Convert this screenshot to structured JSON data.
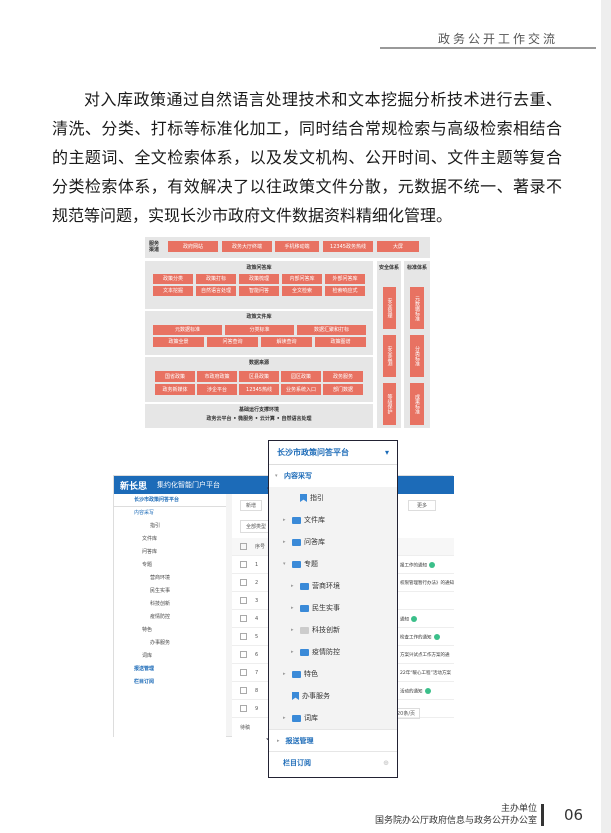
{
  "header": {
    "section": "政务公开工作交流"
  },
  "body": {
    "paragraph": "对入库政策通过自然语言处理技术和文本挖掘分析技术进行去重、清洗、分类、打标等标准化加工，同时结合常规检索与高级检索相结合的主题词、全文检索体系，以及发文机构、公开时间、文件主题等复合分类检索体系，有效解决了以往政策文件分散，元数据不统一、著录不规范等问题，实现长沙市政府文件数据资料精细化管理。"
  },
  "diagram": {
    "channels_label": "服务渠道",
    "channels": [
      "政府网站",
      "政务大厅终端",
      "手机移动端",
      "12345政务热线",
      "大屏"
    ],
    "qa_title": "政策问答库",
    "qa_items": [
      "政策分类",
      "政策打标",
      "政策梳理",
      "内部问答库",
      "外部问答库",
      "文本挖掘",
      "自然语言处理",
      "智能问答",
      "全文检索",
      "检索响应式"
    ],
    "doc_title": "政策文件库",
    "doc_row1": [
      "元数据标准",
      "分类标准",
      "数据汇聚和打标"
    ],
    "doc_row2": [
      "政策全景",
      "问答查询",
      "解读查询",
      "政策图谱"
    ],
    "src_title": "数据来源",
    "src_items": [
      "国省政策",
      "市政府政策",
      "区县政策",
      "园区政策",
      "政务服务",
      "政务新媒体",
      "涉企平台",
      "12345热线",
      "业务系统入口",
      "部门数据"
    ],
    "base_title": "基础运行支撑环境",
    "base_items": "政务云平台 • 微服务 • 云计算 • 自然语言处理",
    "security_title": "安全体系",
    "security_items": [
      "安全管理",
      "安全监测",
      "等级保护"
    ],
    "standard_title": "标准体系",
    "standard_items": [
      "元数据标准",
      "分类标准",
      "成果标准"
    ]
  },
  "app": {
    "logo": "新长思",
    "title": "集约化智能门户平台",
    "site": "长沙市政策问答平台",
    "new_btn": "新增",
    "more_btn": "更多",
    "filter": "全部类型",
    "col_no": "序号",
    "side": [
      "内容采写",
      "指引",
      "文件库",
      "问答库",
      "专题",
      "营商环境",
      "民生实事",
      "科技创新",
      "疫情防控",
      "特色",
      "办事服务",
      "词库",
      "报送管理",
      "栏目订阅"
    ],
    "rows": [
      "1",
      "2",
      "3",
      "4",
      "5",
      "6",
      "7",
      "8",
      "9"
    ],
    "titles": [
      "报工作的通知",
      "权限管理暂行办法》的通知",
      "通知",
      "检查工作的通知",
      "方案兴试点工作方案的通",
      "22年“暖心工程”活动方案",
      "活动的通知"
    ],
    "pager": "20条/页",
    "pending": "待稿"
  },
  "panel": {
    "title": "长沙市政策问答平台",
    "items": [
      "内容采写",
      "指引",
      "文件库",
      "问答库",
      "专题",
      "营商环境",
      "民生实事",
      "科技创新",
      "疫情防控",
      "特色",
      "办事服务",
      "词库"
    ],
    "sections": [
      "报送管理",
      "栏目订阅"
    ]
  },
  "footer": {
    "org_label": "主办单位",
    "org": "国务院办公厅政府信息与政务公开办公室",
    "page": "06"
  },
  "colors": {
    "accent": "#e87262",
    "blue": "#1c6bb8"
  }
}
